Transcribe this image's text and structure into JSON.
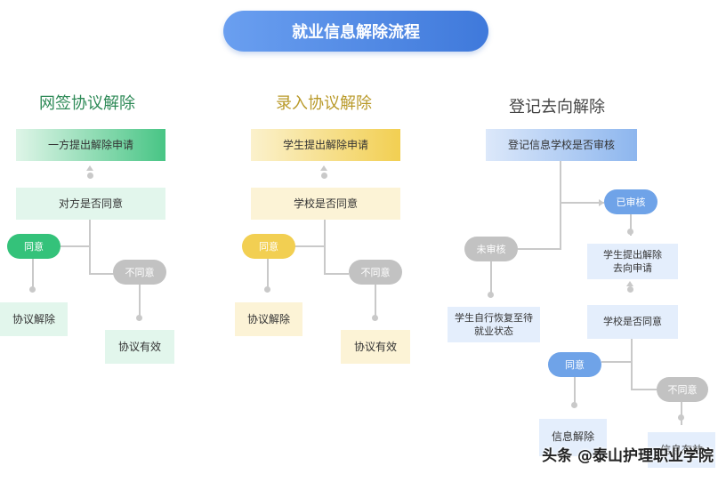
{
  "title": "就业信息解除流程",
  "columns": {
    "online": {
      "heading": "网签协议解除",
      "step1": "一方提出解除申请",
      "step2": "对方是否同意",
      "yes": "同意",
      "no": "不同意",
      "yes_result": "协议解除",
      "no_result": "协议有效"
    },
    "entry": {
      "heading": "录入协议解除",
      "step1": "学生提出解除申请",
      "step2": "学校是否同意",
      "yes": "同意",
      "no": "不同意",
      "yes_result": "协议解除",
      "no_result": "协议有效"
    },
    "destination": {
      "heading": "登记去向解除",
      "step1": "登记信息学校是否审核",
      "reviewed": "已审核",
      "not_reviewed": "未审核",
      "not_reviewed_result": "学生自行恢复至待就业状态",
      "apply": "学生提出解除去向申请",
      "school_agree": "学校是否同意",
      "yes": "同意",
      "no": "不同意",
      "yes_result": "信息解除",
      "no_result": "信息有效"
    }
  },
  "watermark": "头条 @泰山护理职业学院",
  "colors": {
    "green": "#34c27a",
    "yellow": "#f2cf52",
    "blue": "#6fa3e8",
    "gray": "#bdbdbd"
  }
}
